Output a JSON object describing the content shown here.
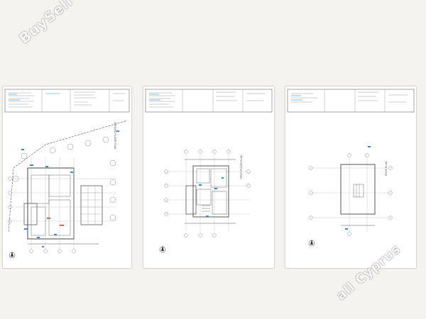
{
  "watermark": {
    "top_left": "BuySell",
    "bottom_right": "all Cyprus"
  },
  "sheets": [
    {
      "name": "site-plan-sheet",
      "plan_title": "GROUND FLOOR PLAN"
    },
    {
      "name": "first-floor-sheet",
      "plan_title": "FIRST FLOOR PLAN"
    },
    {
      "name": "roof-plan-sheet",
      "plan_title": "ROOF PLAN"
    }
  ],
  "colors": {
    "line": "#555555",
    "accent": "#2a8fd6",
    "background": "#f4f3ef"
  }
}
